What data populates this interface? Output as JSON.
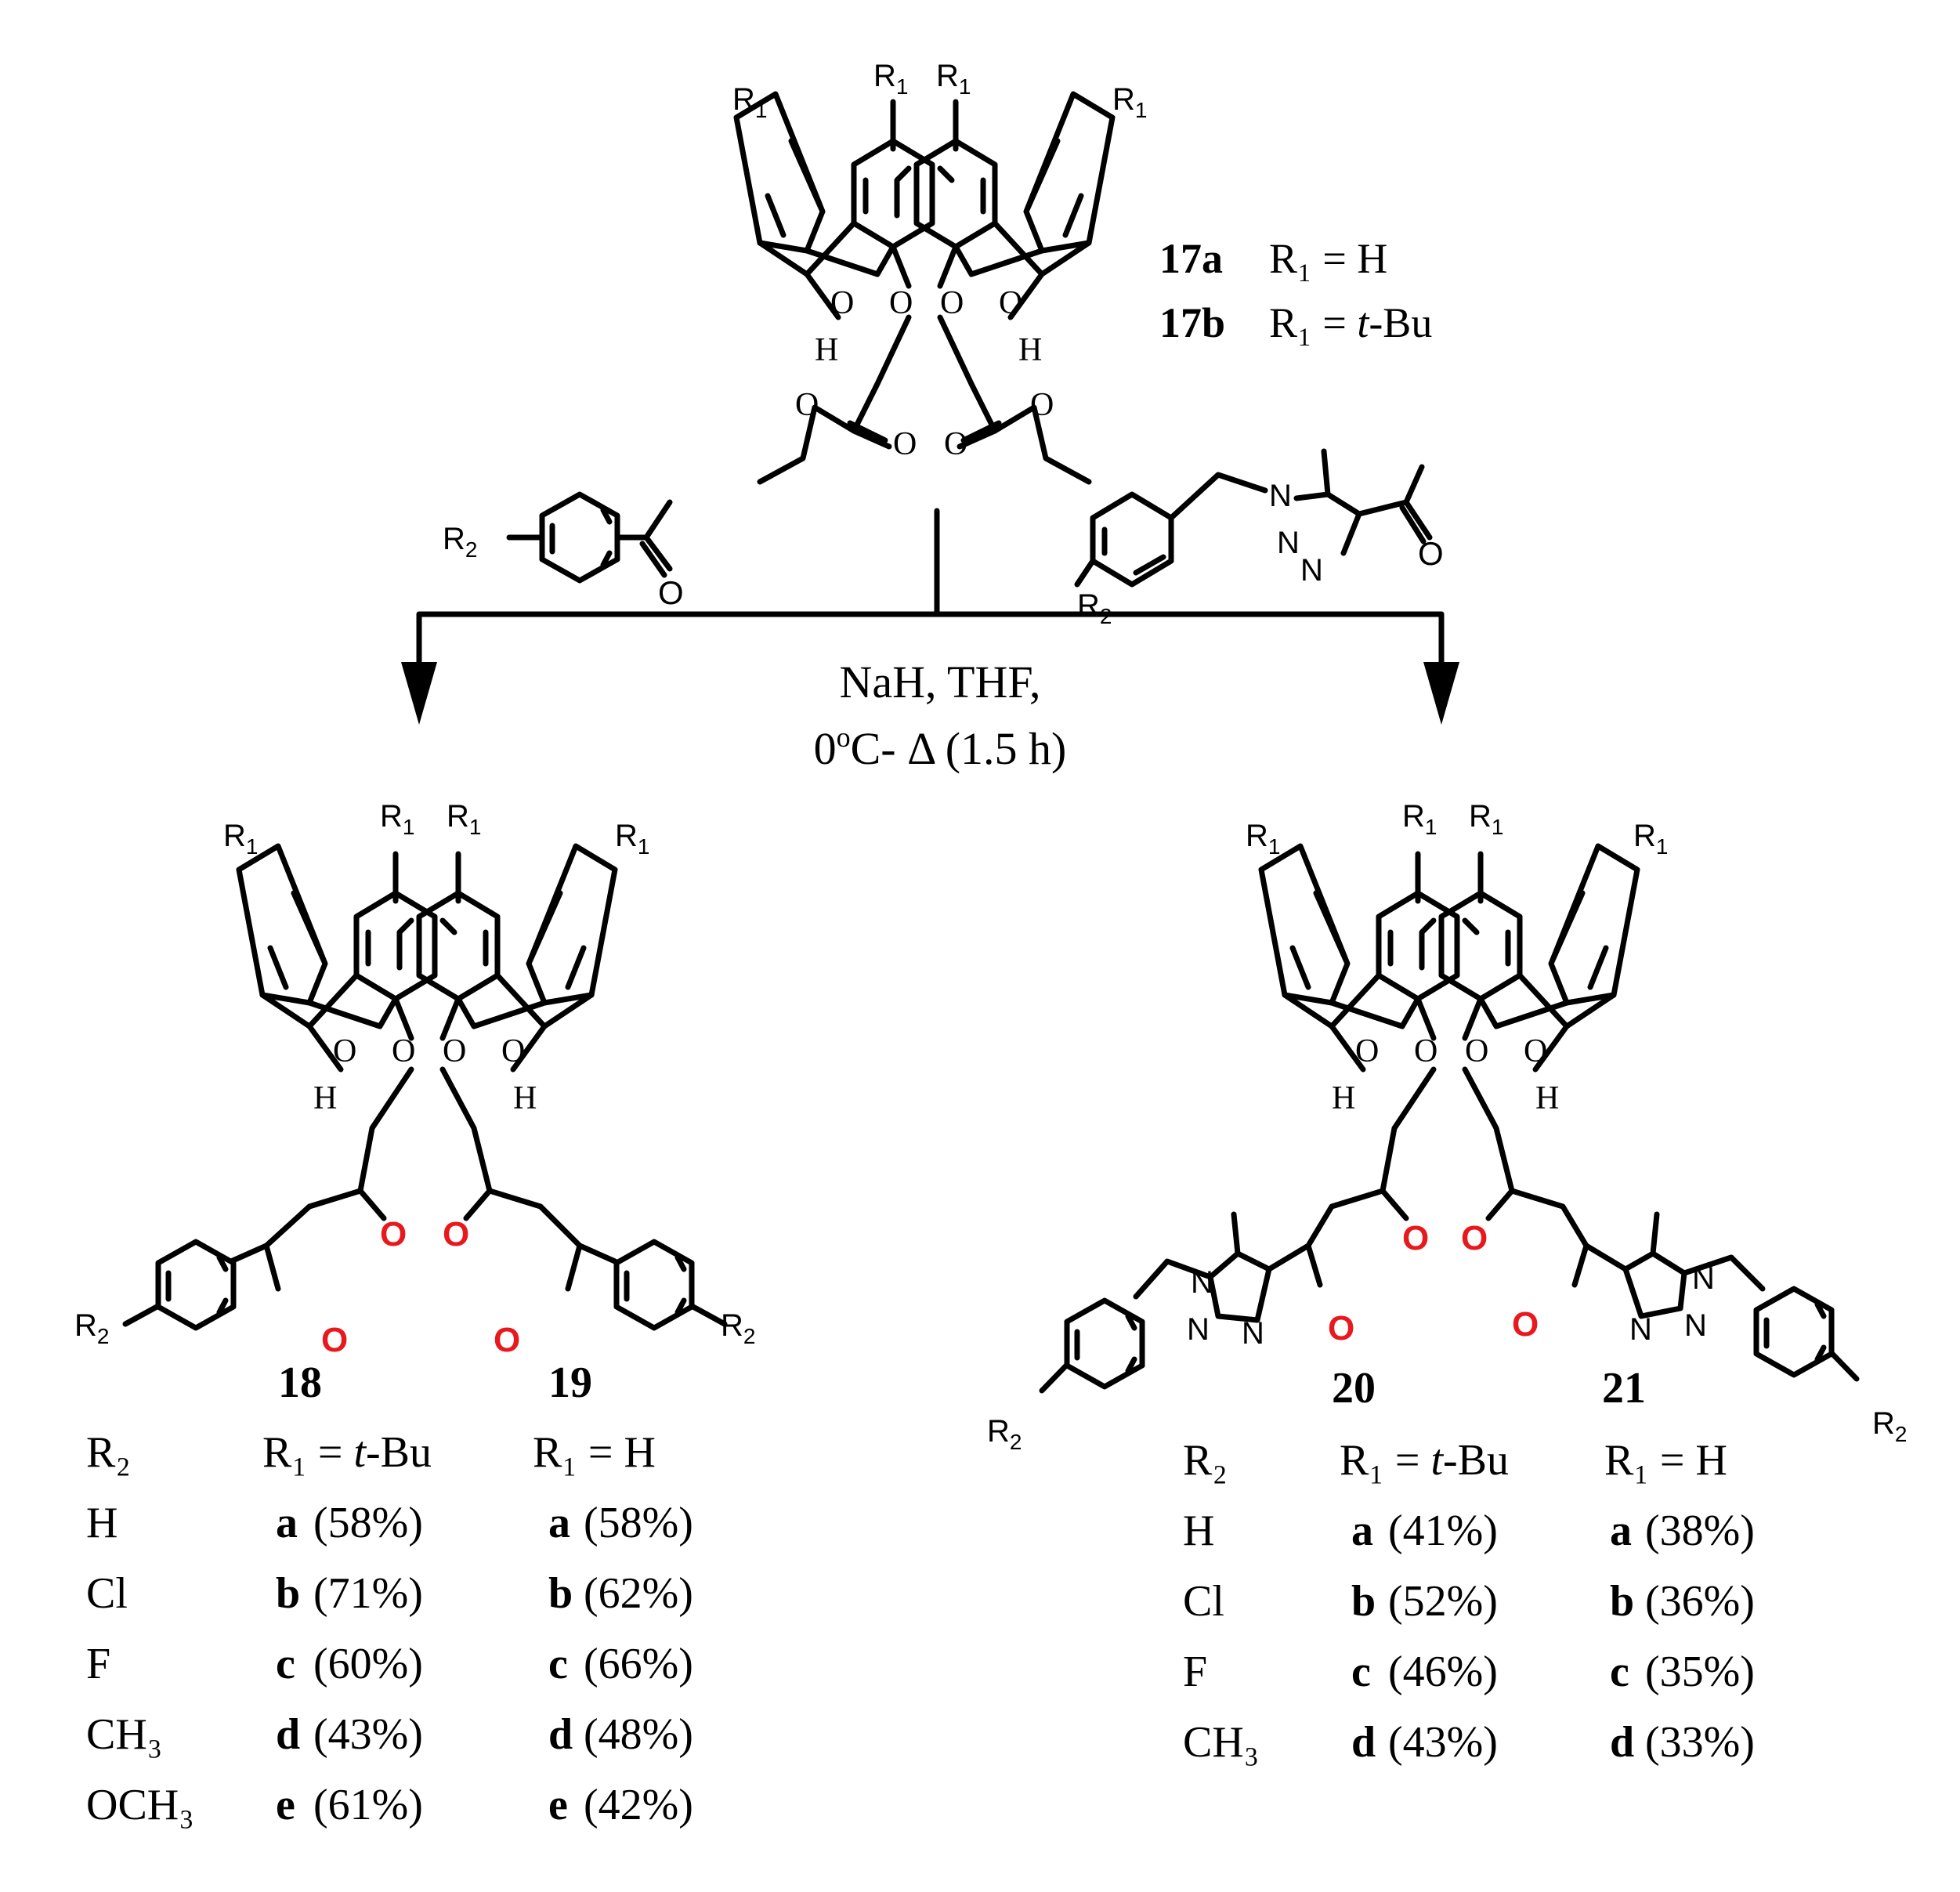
{
  "atoms": {
    "R1": "R",
    "R1_sub": "1",
    "R2": "R",
    "R2_sub": "2",
    "O": "O",
    "H": "H",
    "N": "N"
  },
  "start": {
    "a_id": "17a",
    "a_eq": "R₁ = H",
    "b_id": "17b",
    "b_eq_pre": "R₁ = ",
    "b_eq_it": "t",
    "b_eq_post": "-Bu"
  },
  "conditions": {
    "line1": "NaH, THF,",
    "line2_pre": "0",
    "line2_sup": "o",
    "line2_post": "C- Δ (1.5 h)"
  },
  "left_table": {
    "ids": [
      "18",
      "19"
    ],
    "header": {
      "r2": "R₂",
      "c1_pre": "R₁ = ",
      "c1_it": "t",
      "c1_post": "-Bu",
      "c2": "R₁ = H"
    },
    "rows": [
      {
        "r2": "H",
        "l1": "a",
        "v1": "(58%)",
        "l2": "a",
        "v2": "(58%)"
      },
      {
        "r2": "Cl",
        "l1": "b",
        "v1": "(71%)",
        "l2": "b",
        "v2": "(62%)"
      },
      {
        "r2": "F",
        "l1": "c",
        "v1": "(60%)",
        "l2": "c",
        "v2": "(66%)"
      },
      {
        "r2": "CH₃",
        "l1": "d",
        "v1": "(43%)",
        "l2": "d",
        "v2": "(48%)"
      },
      {
        "r2": "OCH₃",
        "l1": "e",
        "v1": "(61%)",
        "l2": "e",
        "v2": "(42%)"
      }
    ]
  },
  "right_table": {
    "ids": [
      "20",
      "21"
    ],
    "header": {
      "r2": "R₂",
      "c1_pre": "R₁ = ",
      "c1_it": "t",
      "c1_post": "-Bu",
      "c2": "R₁ = H"
    },
    "rows": [
      {
        "r2": "H",
        "l1": "a",
        "v1": "(41%)",
        "l2": "a",
        "v2": "(38%)"
      },
      {
        "r2": "Cl",
        "l1": "b",
        "v1": "(52%)",
        "l2": "b",
        "v2": "(36%)"
      },
      {
        "r2": "F",
        "l1": "c",
        "v1": "(46%)",
        "l2": "c",
        "v2": "(35%)"
      },
      {
        "r2": "CH₃",
        "l1": "d",
        "v1": "(43%)",
        "l2": "d",
        "v2": "(33%)"
      }
    ]
  },
  "colors": {
    "bond": "#000000",
    "highlight_oxygen": "#e8191d"
  }
}
